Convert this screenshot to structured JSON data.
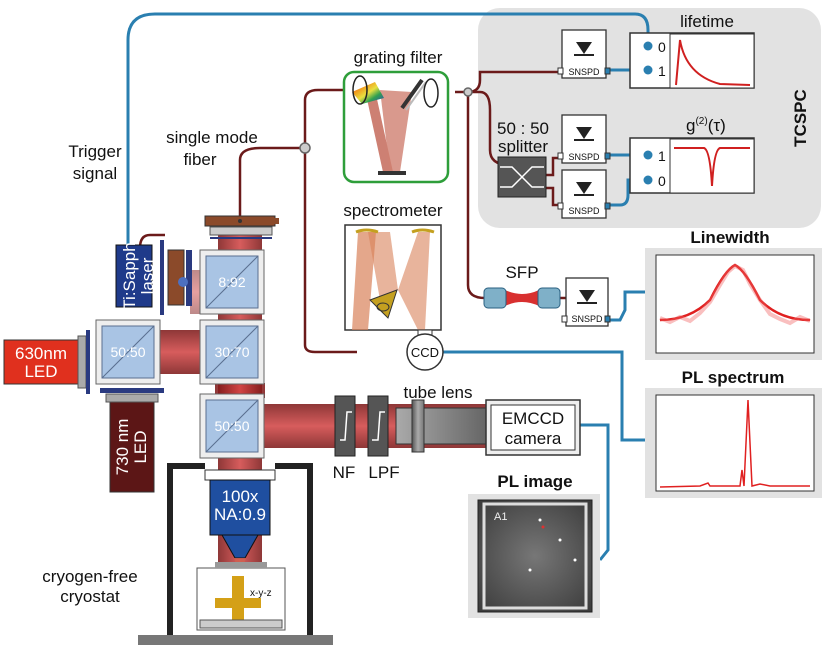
{
  "labels": {
    "trigger_line1": "Trigger",
    "trigger_line2": "signal",
    "fiber_line1": "single mode",
    "fiber_line2": "fiber",
    "grating": "grating filter",
    "spectrometer": "spectrometer",
    "tcspc": "TCSPC",
    "lifetime": "lifetime",
    "g2": "g",
    "g2_sup": "(2)",
    "g2_tau": "(τ)",
    "splitter_ratio": "50 : 50",
    "splitter": "splitter",
    "snspd": "SNSPD",
    "ch0": "0",
    "ch1": "1",
    "linewidth": "Linewidth",
    "sfp": "SFP",
    "pl_spectrum": "PL spectrum",
    "ccd": "CCD",
    "emccd_line1": "EMCCD",
    "emccd_line2": "camera",
    "tube_lens": "tube lens",
    "pl_image": "PL image",
    "pl_image_tag": "A1",
    "nf": "NF",
    "lpf": "LPF",
    "laser_line1": "Ti:Sapph",
    "laser_line2": "laser",
    "led630_line1": "630nm",
    "led630_line2": "LED",
    "led730_line1": "730 nm",
    "led730_line2": "LED",
    "bs_8_92": "8:92",
    "bs_50_50_a": "50:50",
    "bs_30_70": "30:70",
    "bs_50_50_b": "50:50",
    "objective_line1": "100x",
    "objective_line2": "NA:0.9",
    "cryostat_line1": "cryogen-free",
    "cryostat_line2": "cryostat",
    "stage": "x-y-z"
  },
  "colors": {
    "beam": "#b52a2a",
    "fiber": "#6b1a1a",
    "signal_cable": "#2a7fb0",
    "led630": "#e0301e",
    "led730": "#5c1616",
    "tcspc_panel": "#e2e2e2",
    "grating_frame": "#2e9e3a",
    "beamsplitter": "#a9c4e4",
    "objective": "#1f4fa0",
    "stage": "#d4a017"
  }
}
